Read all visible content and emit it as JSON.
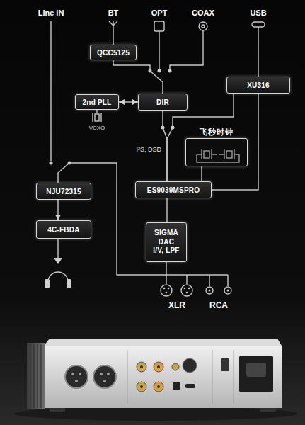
{
  "diagram": {
    "nodes": [
      {
        "text": [
          "QCC5125"
        ]
      },
      {
        "text": [
          "XU316"
        ]
      },
      {
        "text": [
          "2nd PLL"
        ]
      },
      {
        "text": [
          "DIR"
        ]
      },
      {
        "text": [
          "飞秒时钟"
        ]
      },
      {
        "text": [
          "ES9039MSPRO"
        ]
      },
      {
        "text": [
          "NJU72315"
        ]
      },
      {
        "text": [
          "4C-FBDA"
        ]
      },
      {
        "text": [
          "SIGMA DAC I/V, LPF"
        ]
      }
    ],
    "edges": [
      {
        "from": 0,
        "to": 3,
        "arrow": "none"
      },
      {
        "from": 2,
        "to": 3,
        "arrow": "both"
      },
      {
        "from": 3,
        "to": 5,
        "arrow": "none"
      },
      {
        "from": 1,
        "to": 5,
        "arrow": "none"
      },
      {
        "from": 1,
        "to": 5,
        "arrow": "none"
      },
      {
        "from": 4,
        "to": 5,
        "arrow": "none"
      },
      {
        "from": 5,
        "to": 8,
        "arrow": "none"
      },
      {
        "from": 8,
        "to": 6,
        "arrow": "none"
      },
      {
        "from": 6,
        "to": 7,
        "arrow": "to"
      }
    ],
    "labels": [
      "Line IN",
      "BT",
      "OPT",
      "COAX",
      "USB",
      "VCXO",
      "I²S, DSD",
      "XLR",
      "RCA"
    ]
  }
}
